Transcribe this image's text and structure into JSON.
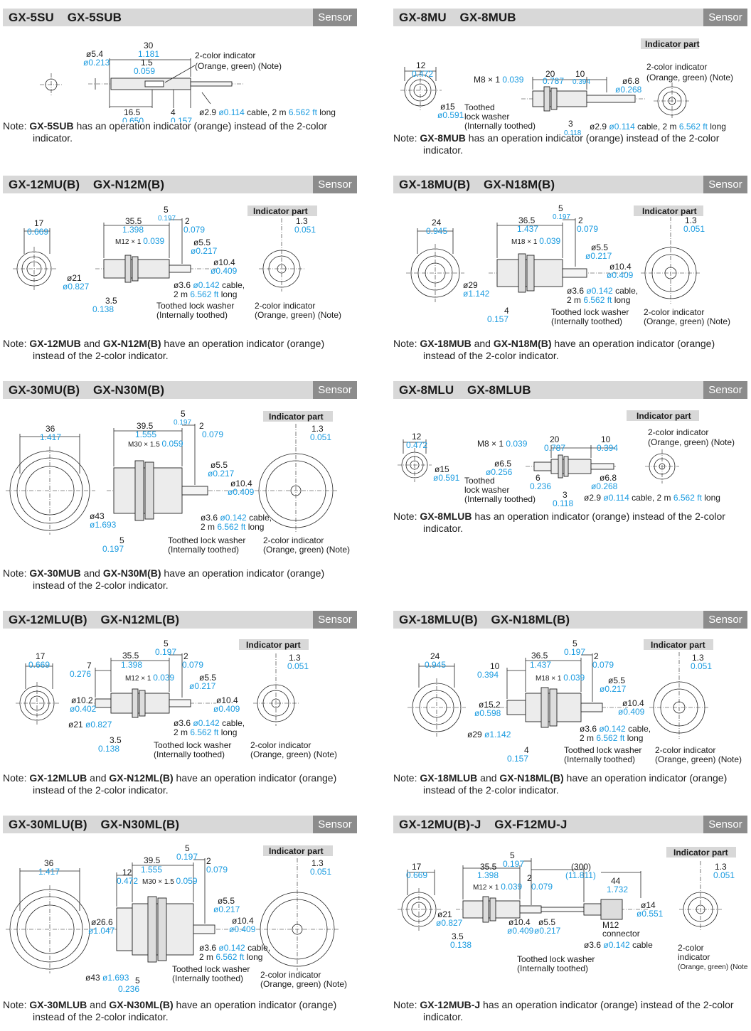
{
  "badge": "Sensor",
  "ip_label": "Indicator part",
  "sections": [
    {
      "models": "GX-5SU   GX-5SUB",
      "note_lead": "Note: ",
      "note_bold": "GX-5SUB",
      "note_rest": " has an operation indicator (orange) instead of the 2-color indicator.",
      "labels": [
        "ø5.4",
        "ø0.213",
        "30",
        "1.181",
        "1.5",
        "0.059",
        "2-color indicator",
        "(Orange, green) (Note)",
        "16.5",
        "0.650",
        "4",
        "0.157",
        "ø2.9",
        "ø0.114",
        "cable, 2 m",
        "6.562 ft",
        "long"
      ]
    },
    {
      "models": "GX-8MU   GX-8MUB",
      "note_lead": "Note: ",
      "note_bold": "GX-8MUB",
      "note_rest": " has an operation indicator (orange) instead of the 2-color indicator.",
      "labels": [
        "12",
        "0.472",
        "M8 × 1",
        "0.039",
        "20",
        "0.787",
        "10",
        "0.394",
        "ø6.8",
        "ø0.268",
        "ø15",
        "ø0.591",
        "Toothed",
        "lock washer",
        "(Internally toothed)",
        "3",
        "0.118",
        "ø2.9",
        "ø0.114",
        "cable, 2 m",
        "6.562 ft",
        "long",
        "Indicator part",
        "2-color indicator",
        "(Orange, green) (Note)"
      ]
    },
    {
      "models": "GX-12MU(B)   GX-N12M(B)",
      "note_lead": "Note: ",
      "note_bold": "GX-12MUB",
      "note_mid": " and ",
      "note_bold2": "GX-N12M(B)",
      "note_rest": " have an operation indicator (orange) instead of the 2-color indicator.",
      "labels": [
        "17",
        "0.669",
        "35.5",
        "1.398",
        "5",
        "0.197",
        "2",
        "0.079",
        "M12 × 1",
        "0.039",
        "ø5.5",
        "ø0.217",
        "ø10.4",
        "ø0.409",
        "ø21",
        "ø0.827",
        "3.5",
        "0.138",
        "ø3.6",
        "ø0.142",
        "cable,",
        "2 m",
        "6.562 ft",
        "long",
        "Toothed lock washer",
        "(Internally toothed)",
        "1.3",
        "0.051",
        "2-color indicator",
        "(Orange, green) (Note)"
      ]
    },
    {
      "models": "GX-18MU(B)   GX-N18M(B)",
      "note_lead": "Note: ",
      "note_bold": "GX-18MUB",
      "note_mid": " and ",
      "note_bold2": "GX-N18M(B)",
      "note_rest": " have an operation indicator (orange) instead of the 2-color indicator.",
      "labels": [
        "24",
        "0.945",
        "36.5",
        "1.437",
        "5",
        "0.197",
        "2",
        "0.079",
        "M18 × 1",
        "0.039",
        "ø5.5",
        "ø0.217",
        "ø10.4",
        "ø0.409",
        "ø29",
        "ø1.142",
        "4",
        "0.157",
        "ø3.6",
        "ø0.142",
        "cable,",
        "2 m",
        "6.562 ft",
        "long",
        "Toothed lock washer",
        "(Internally toothed)",
        "1.3",
        "0.051",
        "2-color indicator",
        "(Orange, green) (Note)"
      ]
    },
    {
      "models": "GX-30MU(B)   GX-N30M(B)",
      "note_lead": "Note: ",
      "note_bold": "GX-30MUB",
      "note_mid": " and ",
      "note_bold2": "GX-N30M(B)",
      "note_rest": " have an operation indicator (orange) instead of the 2-color indicator.",
      "labels": [
        "36",
        "1.417",
        "39.5",
        "1.555",
        "5",
        "0.197",
        "2",
        "0.079",
        "M30 × 1.5",
        "0.059",
        "ø5.5",
        "ø0.217",
        "ø10.4",
        "ø0.409",
        "ø43",
        "ø1.693",
        "5",
        "0.197",
        "ø3.6",
        "ø0.142",
        "cable,",
        "2 m",
        "6.562 ft",
        "long",
        "Toothed lock washer",
        "(Internally toothed)",
        "1.3",
        "0.051",
        "2-color indicator",
        "(Orange, green) (Note)"
      ]
    },
    {
      "models": "GX-8MLU   GX-8MLUB",
      "note_lead": "Note: ",
      "note_bold": "GX-8MLUB",
      "note_rest": " has an operation indicator (orange) instead of the 2-color indicator.",
      "labels": [
        "12",
        "0.472",
        "M8 × 1",
        "0.039",
        "20",
        "0.787",
        "10",
        "0.394",
        "ø6.5",
        "ø0.256",
        "ø15",
        "ø0.591",
        "Toothed",
        "lock washer",
        "(Internally toothed)",
        "6",
        "0.236",
        "3",
        "0.118",
        "ø6.8",
        "ø0.268",
        "ø2.9",
        "ø0.114",
        "cable, 2 m",
        "6.562 ft",
        "long",
        "Indicator part",
        "2-color indicator",
        "(Orange, green) (Note)"
      ]
    },
    {
      "models": "GX-12MLU(B)   GX-N12ML(B)",
      "note_lead": "Note: ",
      "note_bold": "GX-12MLUB",
      "note_mid": " and ",
      "note_bold2": "GX-N12ML(B)",
      "note_rest": " have an operation indicator (orange) instead of the 2-color indicator.",
      "labels": [
        "17",
        "0.669",
        "7",
        "0.276",
        "35.5",
        "1.398",
        "5",
        "0.197",
        "2",
        "0.079",
        "M12 × 1",
        "0.039",
        "ø5.5",
        "ø0.217",
        "ø10.2",
        "ø0.402",
        "ø10.4",
        "ø0.409",
        "ø21",
        "ø0.827",
        "3.5",
        "0.138",
        "ø3.6",
        "ø0.142",
        "cable,",
        "2 m",
        "6.562 ft",
        "long",
        "Toothed lock washer",
        "(Internally toothed)",
        "1.3",
        "0.051",
        "2-color indicator",
        "(Orange, green) (Note)"
      ]
    },
    {
      "models": "GX-18MLU(B)   GX-N18ML(B)",
      "note_lead": "Note: ",
      "note_bold": "GX-18MLUB",
      "note_mid": " and ",
      "note_bold2": "GX-N18ML(B)",
      "note_rest": " have an operation indicator (orange) instead of the 2-color indicator.",
      "labels": [
        "24",
        "0.945",
        "10",
        "0.394",
        "36.5",
        "1.437",
        "5",
        "0.197",
        "2",
        "0.079",
        "M18 × 1",
        "0.039",
        "ø5.5",
        "ø0.217",
        "ø15.2",
        "ø0.598",
        "ø10.4",
        "ø0.409",
        "ø29",
        "ø1.142",
        "4",
        "0.157",
        "ø3.6",
        "ø0.142",
        "cable,",
        "2 m",
        "6.562 ft",
        "long",
        "Toothed lock washer",
        "(Internally toothed)",
        "1.3",
        "0.051",
        "2-color indicator",
        "(Orange, green) (Note)"
      ]
    },
    {
      "models": "GX-30MLU(B)   GX-N30ML(B)",
      "note_lead": "Note: ",
      "note_bold": "GX-30MLUB",
      "note_mid": " and ",
      "note_bold2": "GX-N30ML(B)",
      "note_rest": " have an operation indicator (orange) instead of the 2-color indicator.",
      "labels": [
        "36",
        "1.417",
        "12",
        "0.472",
        "39.5",
        "1.555",
        "5",
        "0.197",
        "2",
        "0.079",
        "M30 × 1.5",
        "0.059",
        "ø5.5",
        "ø0.217",
        "ø26.6",
        "ø1.047",
        "ø10.4",
        "ø0.409",
        "ø43",
        "ø1.693",
        "5",
        "0.236",
        "ø3.6",
        "ø0.142",
        "cable,",
        "2 m",
        "6.562 ft",
        "long",
        "Toothed lock washer",
        "(Internally toothed)",
        "1.3",
        "0.051",
        "2-color indicator",
        "(Orange, green) (Note)"
      ]
    },
    {
      "models": "GX-12MU(B)-J   GX-F12MU-J",
      "note_lead": "Note: ",
      "note_bold": "GX-12MUB-J",
      "note_rest": " has an operation indicator (orange) instead of the 2-color indicator.",
      "labels": [
        "17",
        "0.669",
        "35.5",
        "1.398",
        "5",
        "0.197",
        "(300)",
        "(11.811)",
        "2",
        "0.079",
        "44",
        "1.732",
        "M12 × 1",
        "0.039",
        "ø21",
        "ø0.827",
        "ø14",
        "ø0.551",
        "ø10.4",
        "ø0.409",
        "ø5.5",
        "ø0.217",
        "M12",
        "connector",
        "3.5",
        "0.138",
        "ø3.6",
        "ø0.142",
        "cable",
        "Toothed lock washer",
        "(Internally toothed)",
        "1.3",
        "0.051",
        "2-color",
        "indicator",
        "(Orange, green) (Note)"
      ]
    }
  ]
}
